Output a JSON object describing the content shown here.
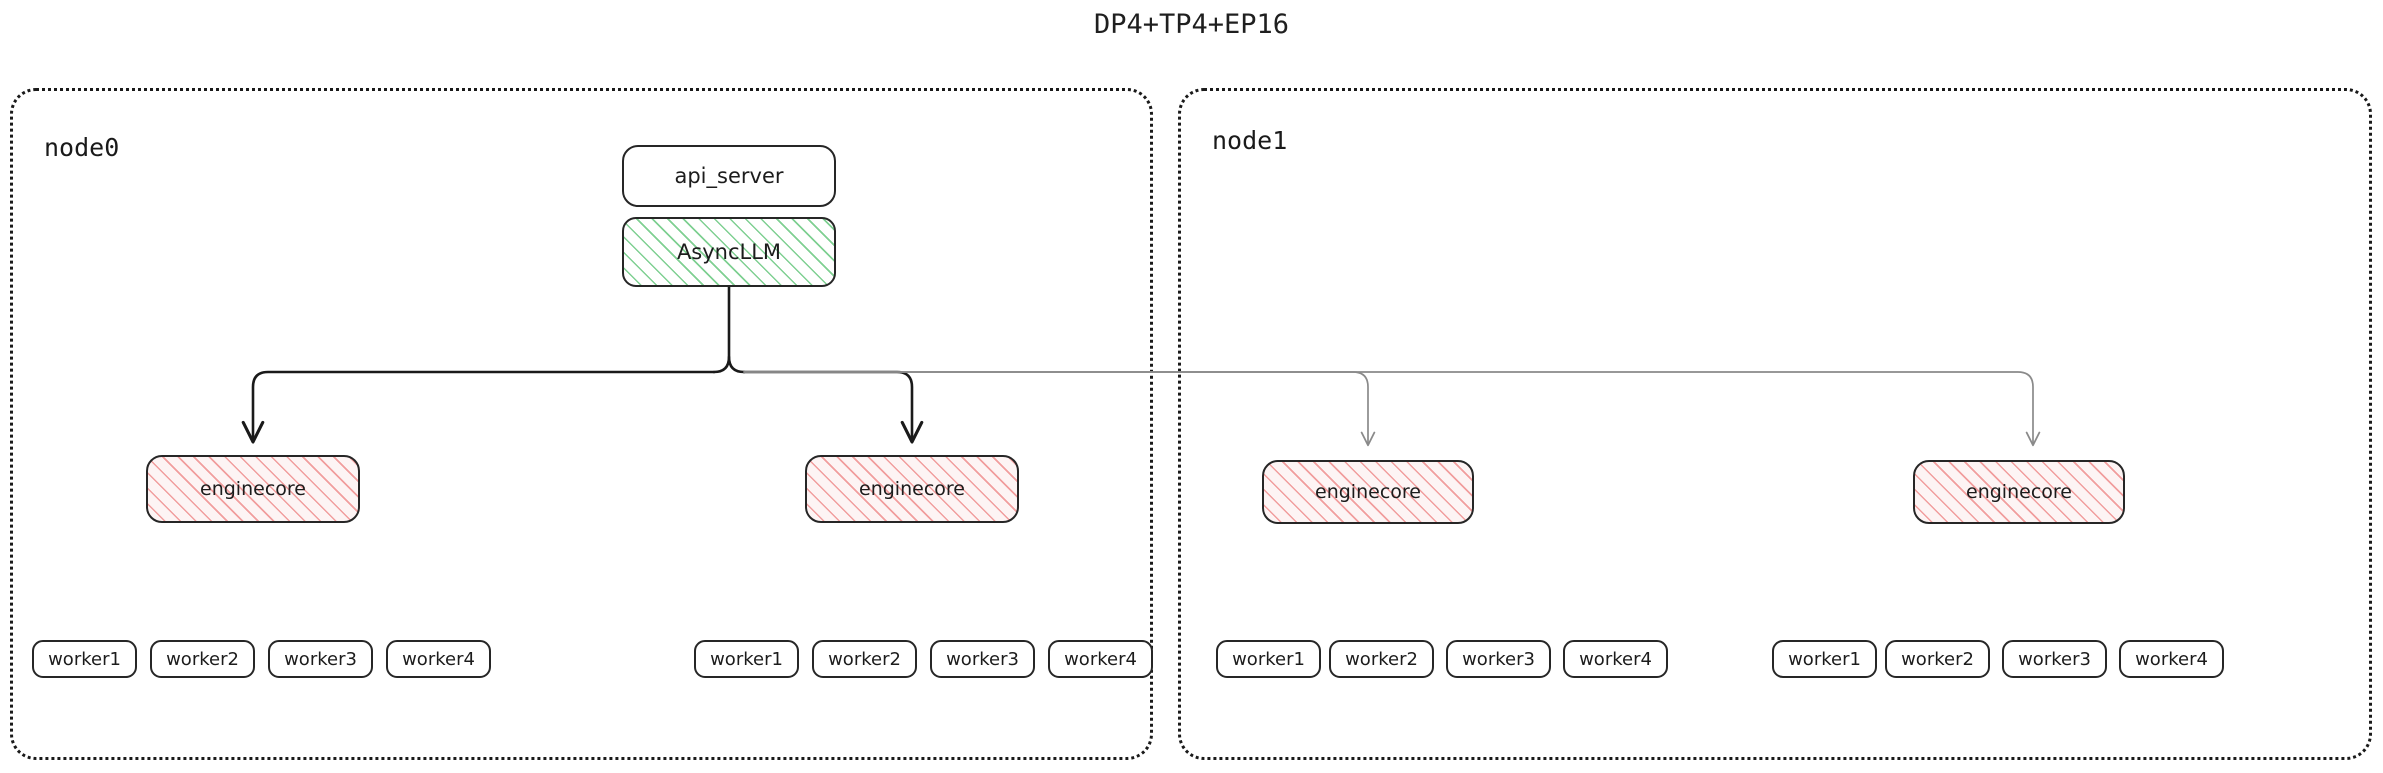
{
  "title": "DP4+TP4+EP16",
  "colors": {
    "text": "#1c1c1c",
    "node_border": "#1a1a1a",
    "box_border": "#262626",
    "edge_local": "#1a1a1a",
    "edge_remote": "#8a8a8a",
    "hatch_green": "#78cd8c",
    "hatch_pink": "#f09696",
    "enginecore_fill": "#fdf4f4",
    "background": "#ffffff"
  },
  "nodes": [
    {
      "label": "node0",
      "api_server": {
        "label": "api_server"
      },
      "async_llm": {
        "label": "AsyncLLM"
      },
      "engine_groups": [
        {
          "enginecore": {
            "label": "enginecore"
          },
          "workers": [
            {
              "label": "worker1"
            },
            {
              "label": "worker2"
            },
            {
              "label": "worker3"
            },
            {
              "label": "worker4"
            }
          ]
        },
        {
          "enginecore": {
            "label": "enginecore"
          },
          "workers": [
            {
              "label": "worker1"
            },
            {
              "label": "worker2"
            },
            {
              "label": "worker3"
            },
            {
              "label": "worker4"
            }
          ]
        }
      ]
    },
    {
      "label": "node1",
      "engine_groups": [
        {
          "enginecore": {
            "label": "enginecore"
          },
          "workers": [
            {
              "label": "worker1"
            },
            {
              "label": "worker2"
            },
            {
              "label": "worker3"
            },
            {
              "label": "worker4"
            }
          ]
        },
        {
          "enginecore": {
            "label": "enginecore"
          },
          "workers": [
            {
              "label": "worker1"
            },
            {
              "label": "worker2"
            },
            {
              "label": "worker3"
            },
            {
              "label": "worker4"
            }
          ]
        }
      ]
    }
  ]
}
